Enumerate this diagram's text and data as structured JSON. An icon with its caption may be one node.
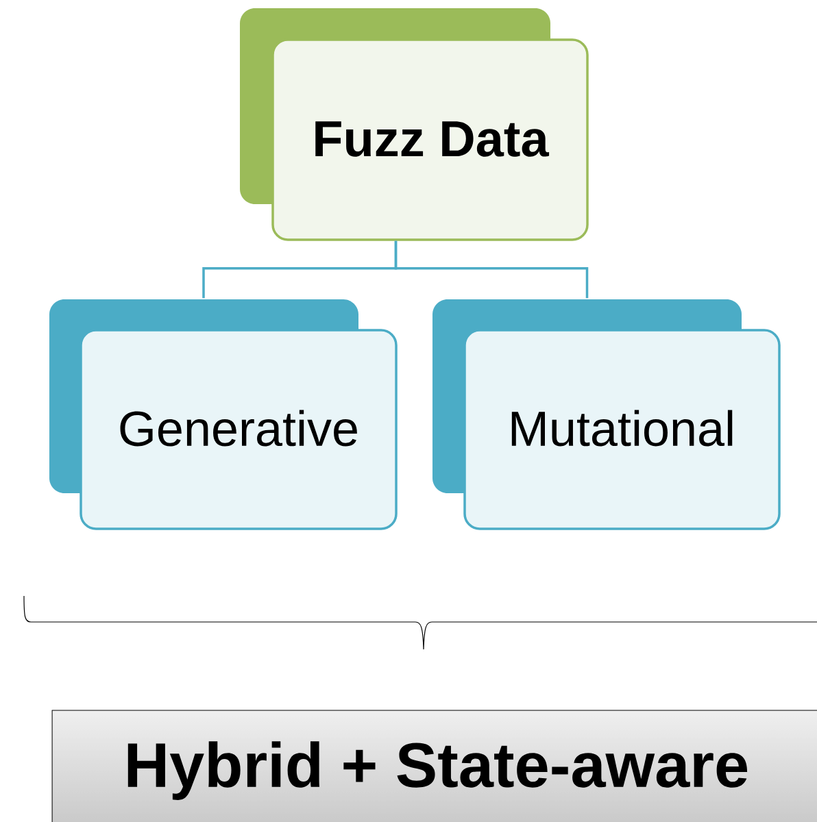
{
  "diagram": {
    "nodes": [
      {
        "text": [
          "Fuzz Data"
        ]
      },
      {
        "text": [
          "Generative"
        ]
      },
      {
        "text": [
          "Mutational"
        ]
      },
      {
        "text": [
          "Hybrid + State-aware"
        ]
      }
    ],
    "edges": [
      {
        "from": 0,
        "to": 1,
        "arrow": "none"
      },
      {
        "from": 0,
        "to": 2,
        "arrow": "none"
      }
    ]
  }
}
